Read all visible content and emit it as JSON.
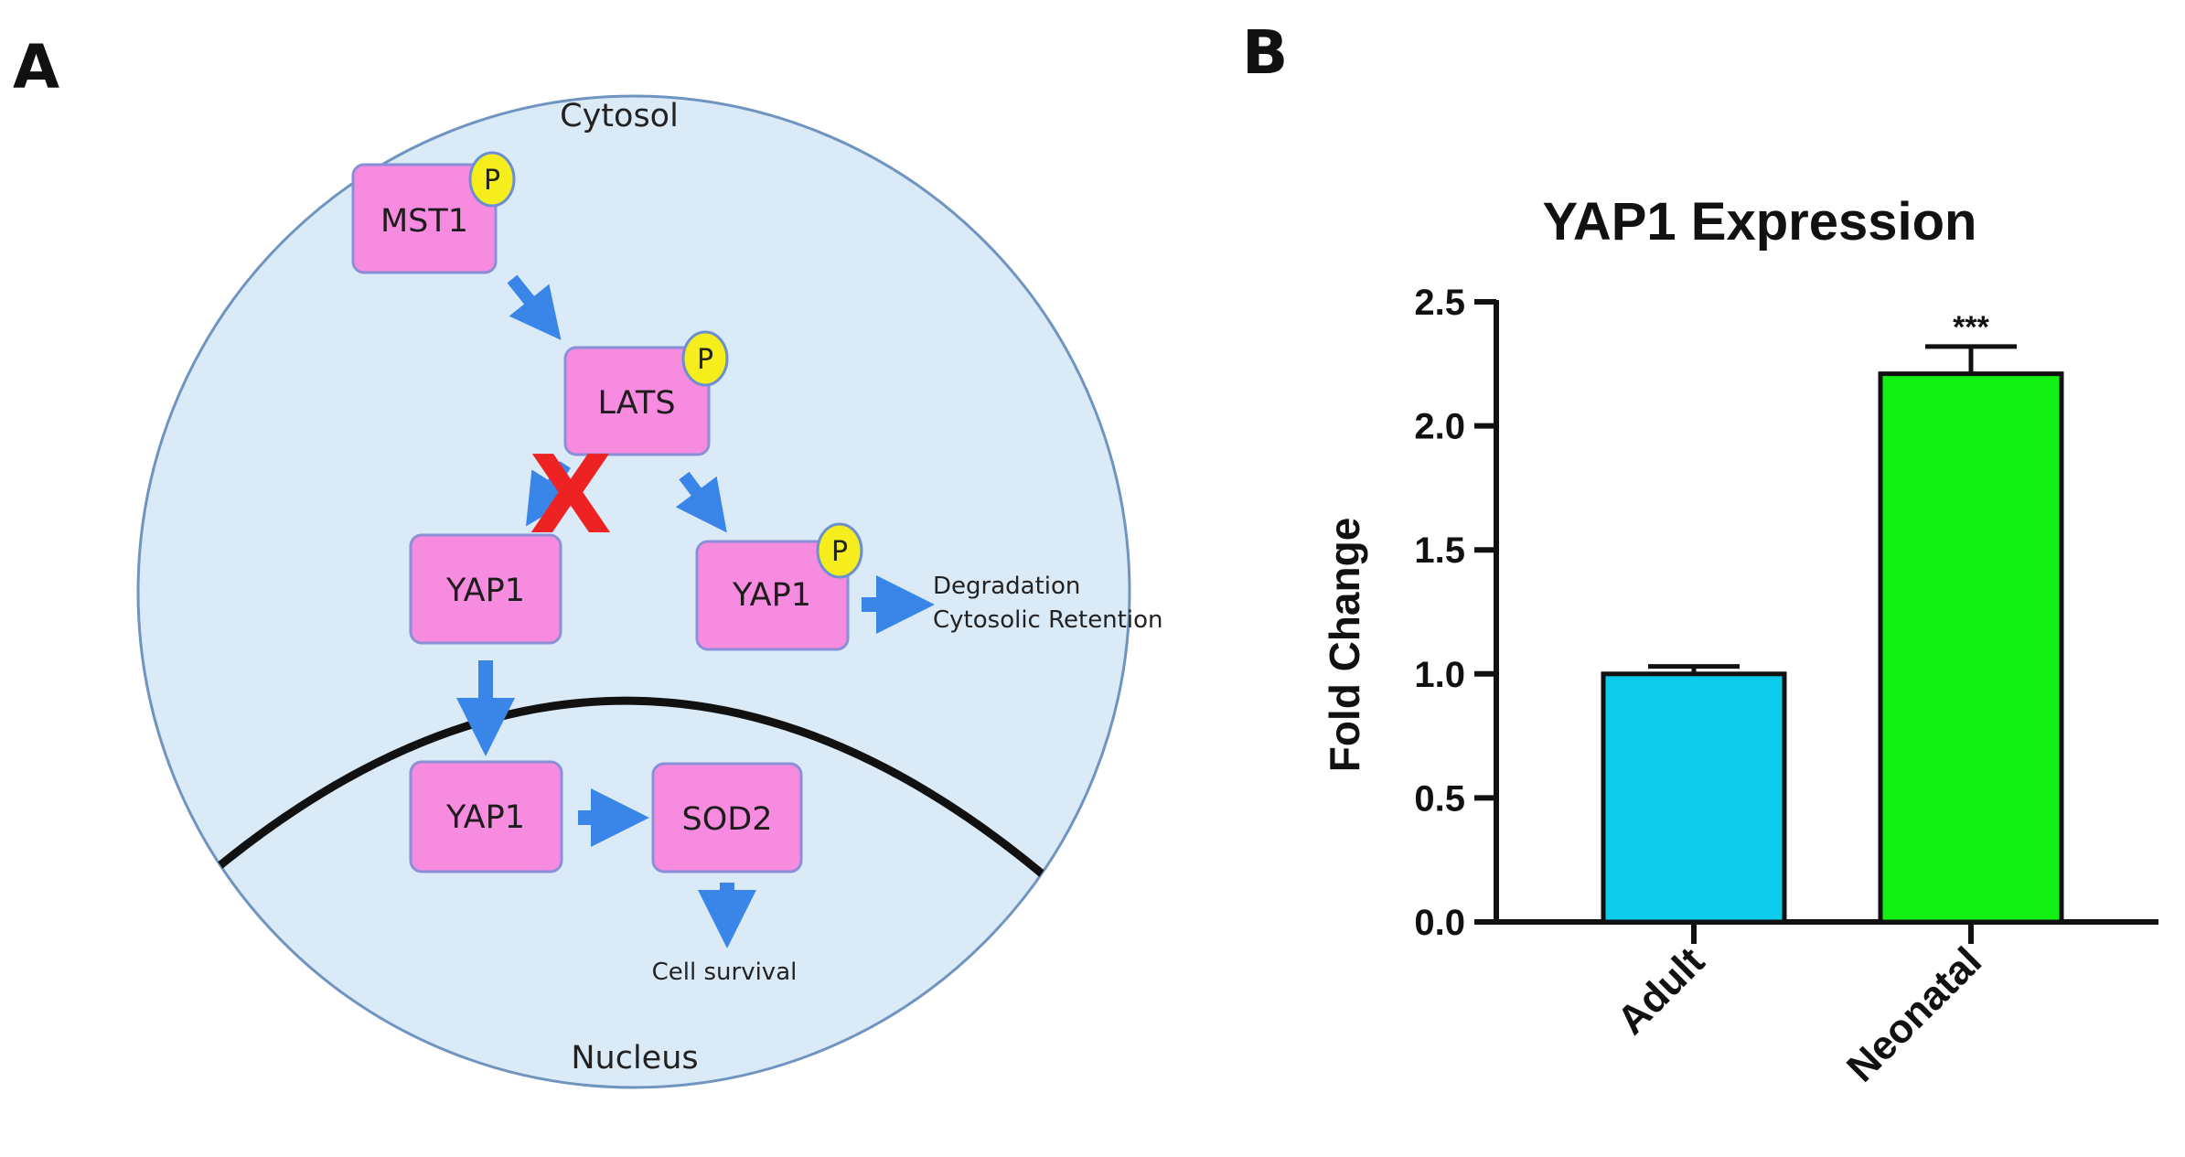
{
  "panel_a": {
    "label": "A",
    "compartments": {
      "cytosol": "Cytosol",
      "nucleus": "Nucleus"
    },
    "nodes": {
      "mst1": "MST1",
      "lats": "LATS",
      "yap1_left": "YAP1",
      "yap1_phospho": "YAP1",
      "yap1_nuclear": "YAP1",
      "sod2": "SOD2"
    },
    "phospho_label": "P",
    "outcomes": {
      "degradation": "Degradation",
      "retention": "Cytosolic Retention",
      "survival": "Cell survival"
    },
    "inhibition_mark": "X",
    "colors": {
      "cell_fill": "#dbeaf7",
      "cell_border": "#6f94c0",
      "node_fill": "#f78be0",
      "node_border": "#8a8fd8",
      "phospho_fill": "#f5ee1c",
      "arrow": "#3a86e8",
      "inhibition": "#ee2222"
    }
  },
  "panel_b": {
    "label": "B",
    "chart_data": {
      "type": "bar",
      "title": "YAP1 Expression",
      "xlabel": "",
      "ylabel": "Fold Change",
      "categories": [
        "Adult",
        "Neonatal"
      ],
      "values": [
        1.0,
        2.21
      ],
      "error": [
        0.03,
        0.11
      ],
      "colors": [
        "#0ccbeb",
        "#13f013"
      ],
      "significance": [
        "",
        "***"
      ],
      "ylim": [
        0,
        2.5
      ],
      "yticks": [
        "0.0",
        "0.5",
        "1.0",
        "1.5",
        "2.0",
        "2.5"
      ],
      "grid": false,
      "legend": "none"
    }
  }
}
